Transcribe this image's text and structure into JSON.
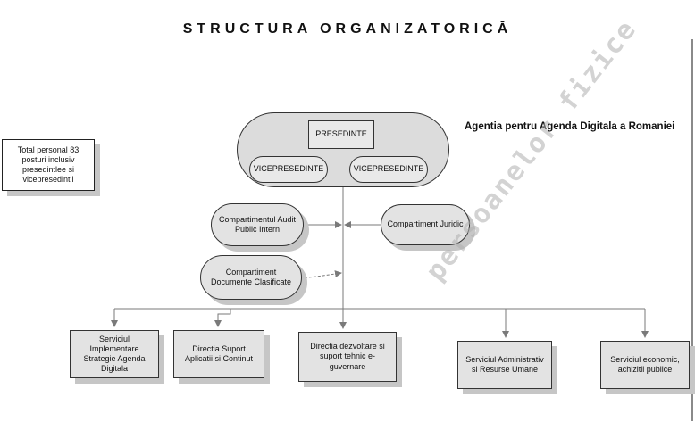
{
  "title": "STRUCTURA ORGANIZATORICĂ",
  "agency": "Agentia pentru Agenda Digitala a Romaniei",
  "note": "Total personal 83 posturi inclusiv presedintlee si vicepresedintii",
  "leadership": {
    "president": "PRESEDINTE",
    "vice_presidents": [
      "VICEPRESEDINTE",
      "VICEPRESEDINTE"
    ]
  },
  "staff_units": {
    "audit": "Compartimentul Audit Public Intern",
    "legal": "Compartiment Juridic",
    "classified_docs": "Compartiment Documente Clasificate"
  },
  "departments": [
    "Serviciul Implementare Strategie Agenda Digitala",
    "Directia Suport Aplicatii si Continut",
    "Directia dezvoltare si suport tehnic e-guvernare",
    "Serviciul Administrativ si Resurse Umane",
    "Serviciul economic, achizitii publice"
  ],
  "watermark": "persoanelor fizice",
  "colors": {
    "box_fill": "#e3e3e3",
    "lead_fill": "#dcdcdc",
    "shadow": "#c6c6c6",
    "line": "#7a7a7a"
  }
}
